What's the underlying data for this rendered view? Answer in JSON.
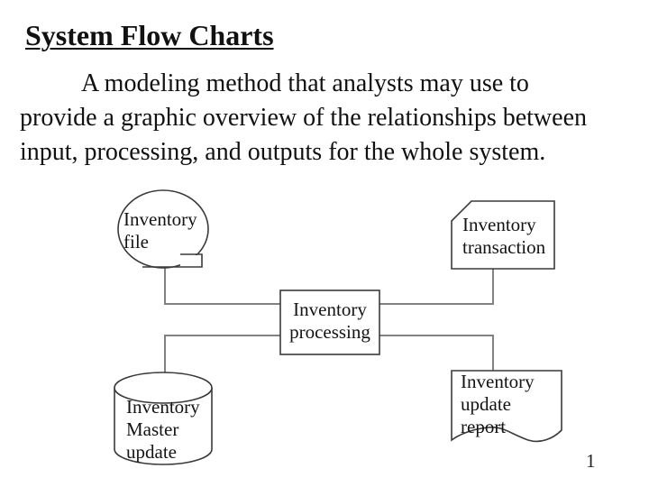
{
  "slide": {
    "title": "System Flow Charts",
    "body_lines": [
      "A modeling method that analysts may use to",
      "provide a graphic overview of the relationships between",
      "input, processing, and outputs for the whole system."
    ],
    "page_number": "1"
  },
  "flowchart": {
    "nodes": [
      {
        "id": "inventory-file",
        "shape": "magnetic-tape",
        "lines": [
          "Inventory",
          "file"
        ]
      },
      {
        "id": "inventory-transaction",
        "shape": "punched-card",
        "lines": [
          "Inventory",
          "transaction"
        ]
      },
      {
        "id": "inventory-processing",
        "shape": "process-rectangle",
        "lines": [
          "Inventory",
          "processing"
        ]
      },
      {
        "id": "inventory-master-update",
        "shape": "direct-access-storage-cylinder",
        "lines": [
          "Inventory",
          "Master",
          "update"
        ]
      },
      {
        "id": "inventory-update-report",
        "shape": "document",
        "lines": [
          "Inventory",
          "update",
          "report"
        ]
      }
    ],
    "connections": [
      {
        "from": "inventory-file",
        "to": "inventory-processing"
      },
      {
        "from": "inventory-transaction",
        "to": "inventory-processing"
      },
      {
        "from": "inventory-processing",
        "to": "inventory-master-update"
      },
      {
        "from": "inventory-processing",
        "to": "inventory-update-report"
      }
    ],
    "colors": {
      "connector": "#828282",
      "shape_outline": "#3a3a3a",
      "text": "#141414",
      "background": "#ffffff"
    }
  }
}
